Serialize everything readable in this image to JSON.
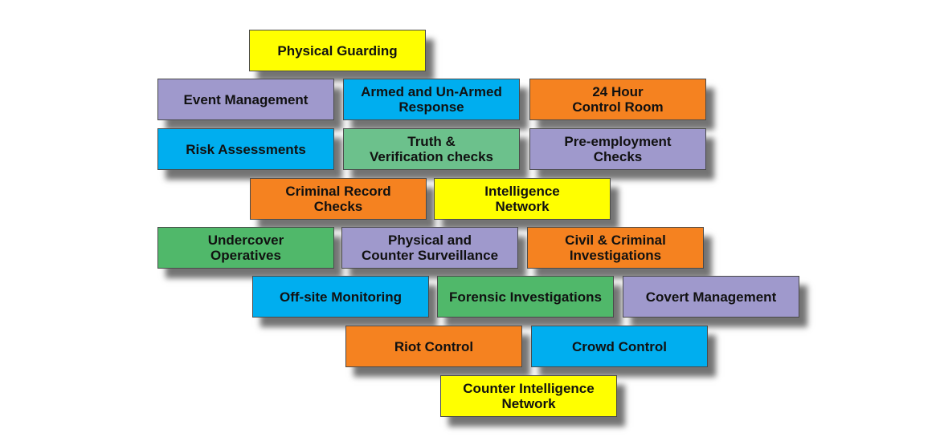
{
  "tiles": [
    {
      "label": "Physical Guarding",
      "color": "#ffff00"
    },
    {
      "label": "Event Management",
      "color": "#9f99cc"
    },
    {
      "label": "Armed and Un-Armed\nResponse",
      "color": "#00aeef"
    },
    {
      "label": "24 Hour\nControl Room",
      "color": "#f58220"
    },
    {
      "label": "Risk Assessments",
      "color": "#00aeef"
    },
    {
      "label": "Truth &\nVerification checks",
      "color": "#6cc18c"
    },
    {
      "label": "Pre-employment\nChecks",
      "color": "#9f99cc"
    },
    {
      "label": "Criminal Record\nChecks",
      "color": "#f58220"
    },
    {
      "label": "Intelligence\nNetwork",
      "color": "#ffff00"
    },
    {
      "label": "Undercover\nOperatives",
      "color": "#50b86a"
    },
    {
      "label": "Physical and\nCounter Surveillance",
      "color": "#9f99cc"
    },
    {
      "label": "Civil & Criminal\nInvestigations",
      "color": "#f58220"
    },
    {
      "label": "Off-site Monitoring",
      "color": "#00aeef"
    },
    {
      "label": "Forensic Investigations",
      "color": "#50b86a"
    },
    {
      "label": "Covert Management",
      "color": "#9f99cc"
    },
    {
      "label": "Riot Control",
      "color": "#f58220"
    },
    {
      "label": "Crowd Control",
      "color": "#00aeef"
    },
    {
      "label": "Counter Intelligence\nNetwork",
      "color": "#ffff00"
    }
  ]
}
